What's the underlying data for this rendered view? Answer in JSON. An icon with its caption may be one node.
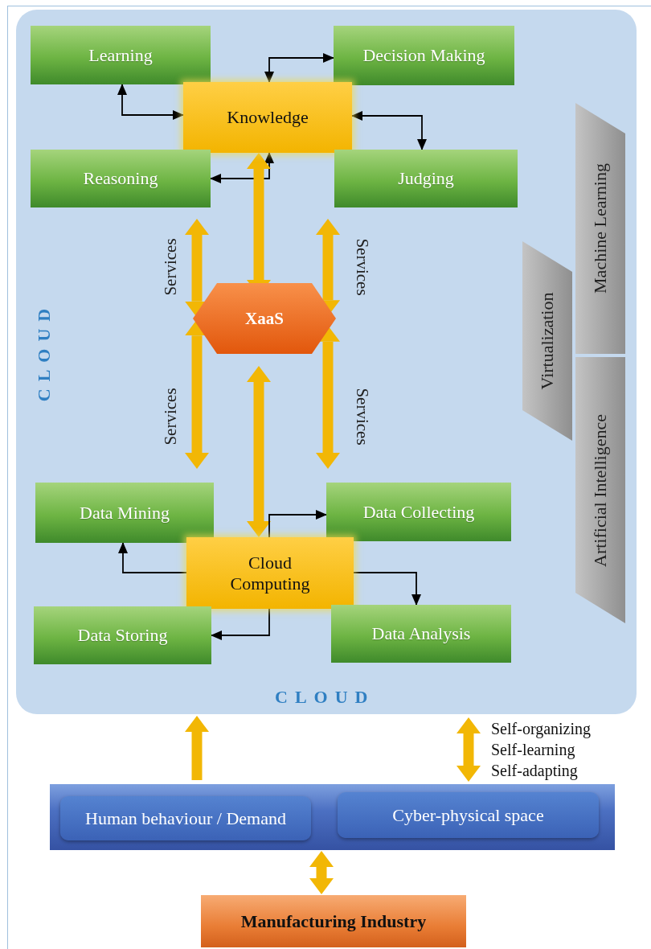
{
  "diagram": {
    "nodes": [
      {
        "text": [
          "CLOUD",
          "CLOUD"
        ]
      },
      {
        "text": [
          "Learning"
        ],
        "in": 0
      },
      {
        "text": [
          "Decision Making"
        ],
        "in": 0
      },
      {
        "text": [
          "Knowledge"
        ],
        "in": 0
      },
      {
        "text": [
          "Reasoning"
        ],
        "in": 0
      },
      {
        "text": [
          "Judging"
        ],
        "in": 0
      },
      {
        "text": [
          "XaaS"
        ],
        "in": 0
      },
      {
        "text": [
          "Data Mining"
        ],
        "in": 0
      },
      {
        "text": [
          "Data Collecting"
        ],
        "in": 0
      },
      {
        "text": [
          "Cloud Computing"
        ],
        "in": 0
      },
      {
        "text": [
          "Data Storing"
        ],
        "in": 0
      },
      {
        "text": [
          "Data Analysis"
        ],
        "in": 0
      },
      {
        "text": [
          "Machine Learning"
        ],
        "in": 0
      },
      {
        "text": [
          "Virtualization"
        ],
        "in": 0
      },
      {
        "text": [
          "Artificial Intelligence"
        ],
        "in": 0
      },
      {
        "text": [],
        "shape": "bar"
      },
      {
        "text": [
          "Human behaviour / Demand"
        ],
        "in": 15
      },
      {
        "text": [
          "Cyber-physical space"
        ],
        "in": 15
      },
      {
        "text": [
          "Manufacturing Industry"
        ]
      }
    ],
    "edges": [
      {
        "from": 3,
        "to": 1,
        "arrow": "both",
        "color": "#000000"
      },
      {
        "from": 3,
        "to": 2,
        "arrow": "both",
        "color": "#000000"
      },
      {
        "from": 3,
        "to": 4,
        "arrow": "both",
        "color": "#000000"
      },
      {
        "from": 3,
        "to": 5,
        "arrow": "both",
        "color": "#000000"
      },
      {
        "from": 4,
        "to": 6,
        "arrow": "both",
        "label": "Services"
      },
      {
        "from": 3,
        "to": 6,
        "arrow": "both"
      },
      {
        "from": 5,
        "to": 6,
        "arrow": "both",
        "label": "Services"
      },
      {
        "from": 6,
        "to": 7,
        "arrow": "both",
        "label": "Services"
      },
      {
        "from": 6,
        "to": 9,
        "arrow": "both"
      },
      {
        "from": 6,
        "to": 8,
        "arrow": "both",
        "label": "Services"
      },
      {
        "from": 9,
        "to": 7,
        "arrow": "to",
        "color": "#000000"
      },
      {
        "from": 9,
        "to": 8,
        "arrow": "to",
        "color": "#000000"
      },
      {
        "from": 9,
        "to": 10,
        "arrow": "to",
        "color": "#000000"
      },
      {
        "from": 9,
        "to": 11,
        "arrow": "to",
        "color": "#000000"
      },
      {
        "from": 16,
        "to": 0,
        "arrow": "to"
      },
      {
        "from": 17,
        "to": 0,
        "arrow": "both"
      },
      {
        "from": 15,
        "to": 18,
        "arrow": "both"
      }
    ],
    "labels": [
      "Self-organizing",
      "Self-learning",
      "Self-adapting"
    ]
  }
}
